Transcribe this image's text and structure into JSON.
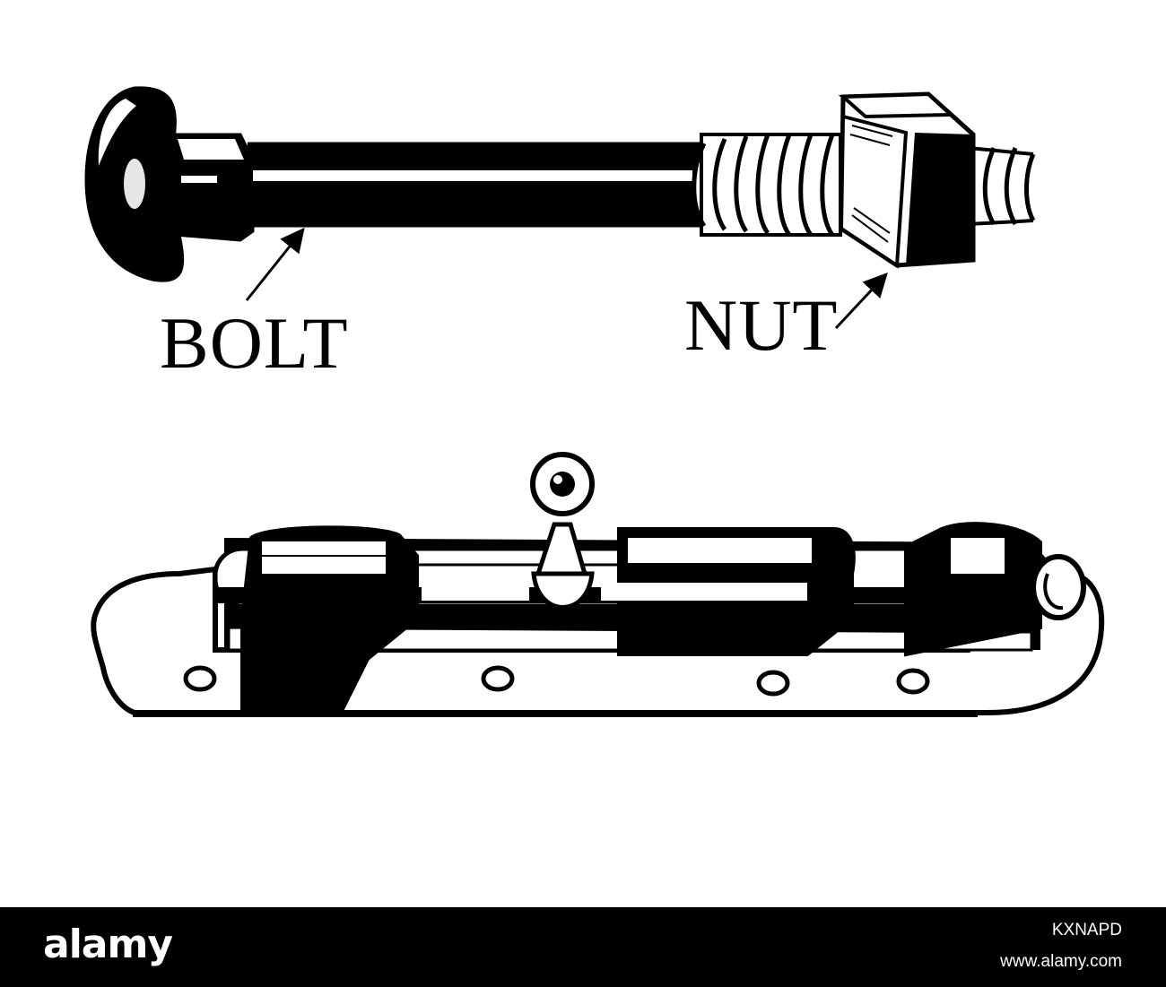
{
  "labels": {
    "bolt": "BOLT",
    "nut": "NUT"
  },
  "footer": {
    "logo": "alamy",
    "image_id": "KXNAPD",
    "site": "www.alamy.com"
  },
  "colors": {
    "ink": "#000000",
    "paper": "#ffffff",
    "footer_background": "#000000",
    "footer_text": "#ffffff"
  },
  "icons": [
    "carriage-bolt-drawing",
    "square-nut-drawing",
    "barrel-bolt-latch-drawing",
    "pointer-arrow"
  ]
}
